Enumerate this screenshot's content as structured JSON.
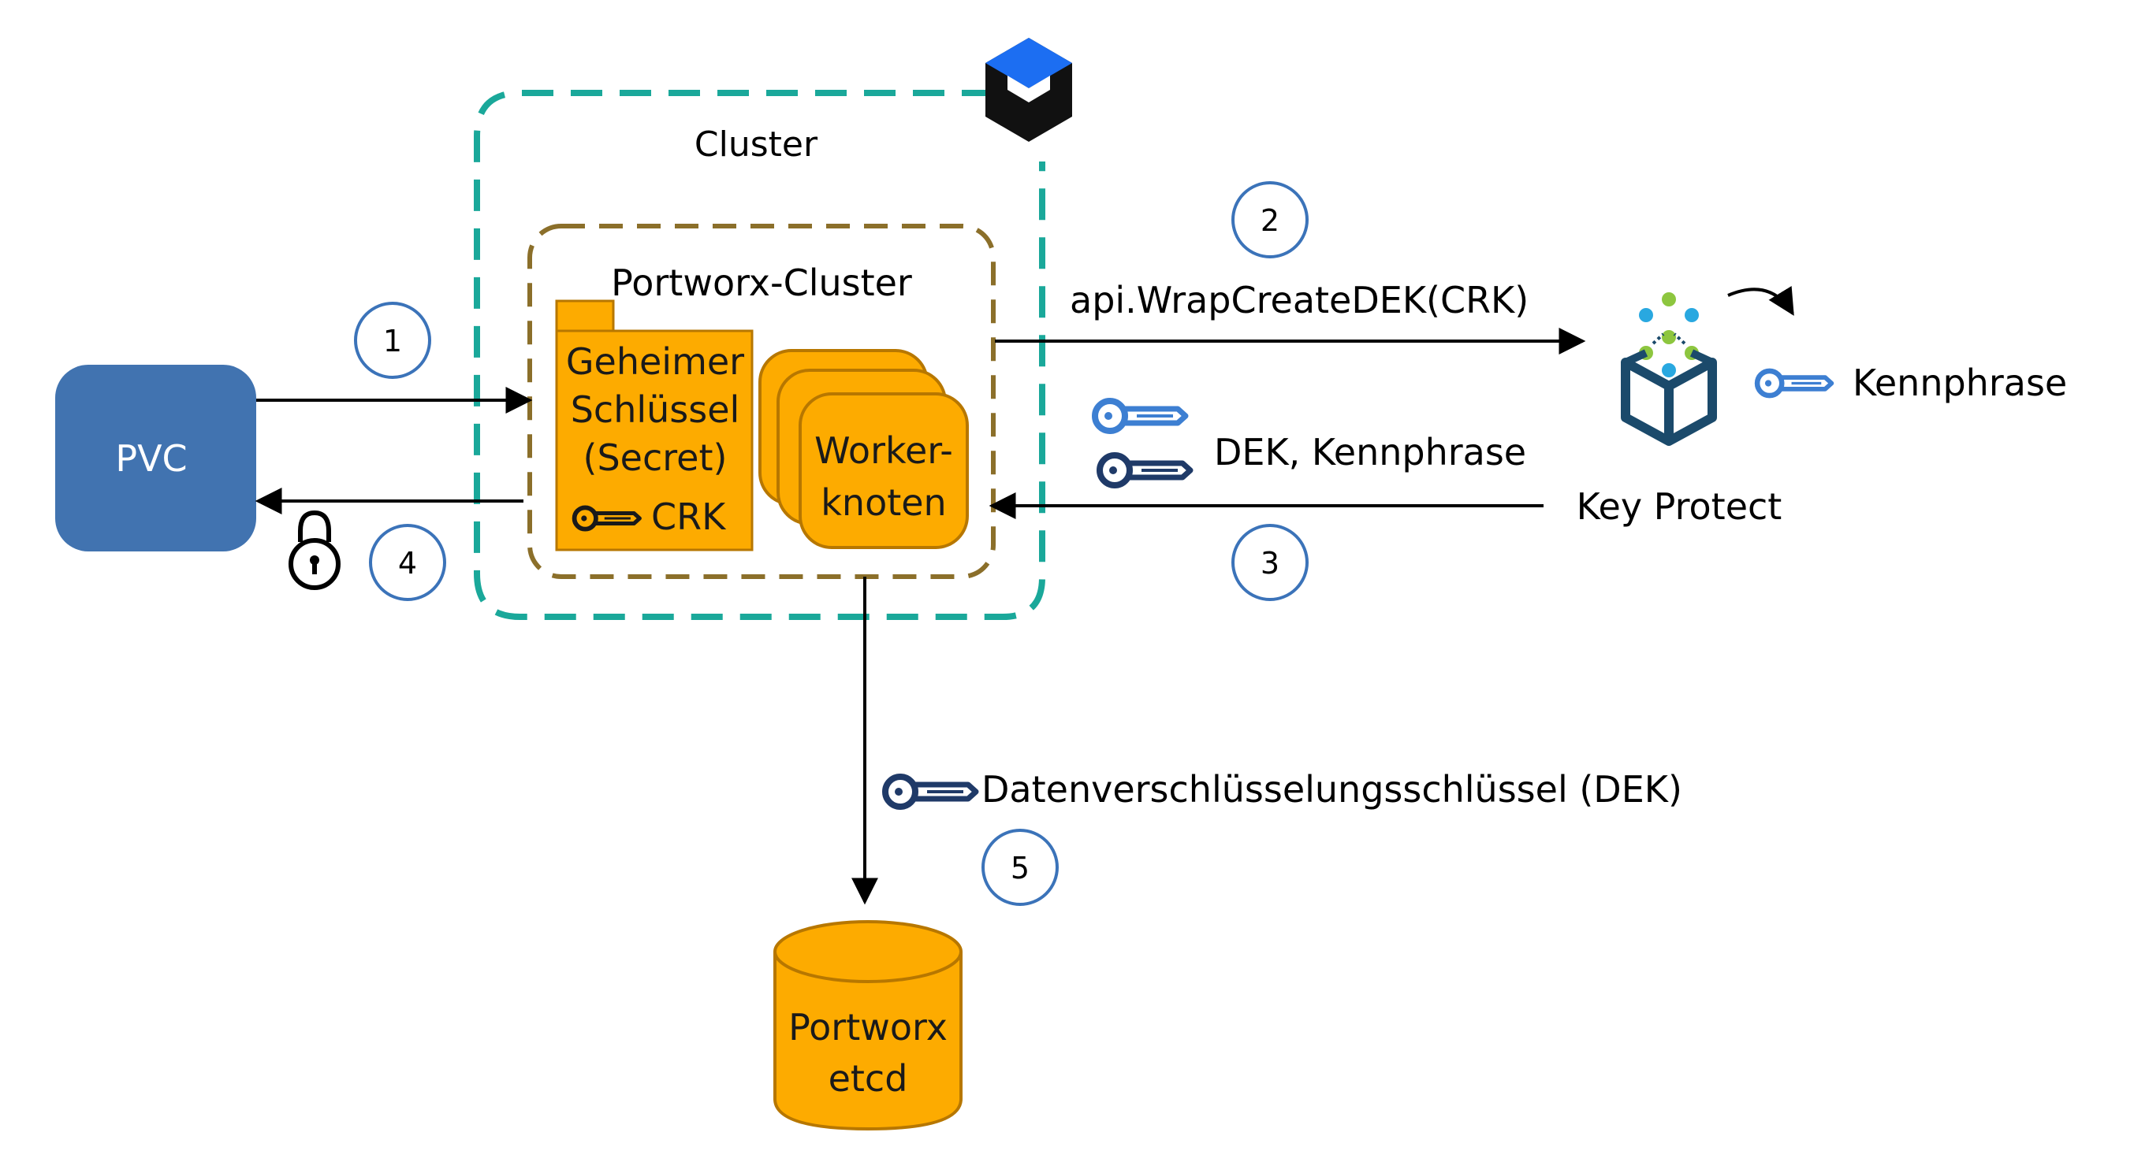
{
  "labels": {
    "cluster": "Cluster",
    "portworx_cluster": "Portworx-Cluster",
    "pvc": "PVC",
    "secret_line1": "Geheimer",
    "secret_line2": "Schlüssel",
    "secret_line3": "(Secret)",
    "crk": "CRK",
    "worker_line1": "Worker-",
    "worker_line2": "knoten",
    "wrap_call": "api.WrapCreateDEK(CRK)",
    "dek_passphrase": "DEK, Kennphrase",
    "passphrase": "Kennphrase",
    "key_protect": "Key Protect",
    "dek_full": "Datenverschlüsselungsschlüssel (DEK)",
    "etcd_line1": "Portworx",
    "etcd_line2": "etcd"
  },
  "steps": [
    "1",
    "2",
    "3",
    "4",
    "5"
  ],
  "icons": {
    "cluster_logo": "kubernetes-service-logo-icon",
    "key_protect": "key-protect-icon",
    "lock": "padlock-icon",
    "key": "key-icon"
  },
  "colors": {
    "cluster_border": "#1aa89a",
    "portworx_border": "#8b6f2a",
    "pvc_fill": "#4173b0",
    "orange_fill": "#fdab00",
    "orange_stroke": "#b77700",
    "step_circle": "#3b73b9",
    "key_light": "#3d7fd2",
    "key_dark": "#1f3a68",
    "logo_blue": "#1c6ef2",
    "logo_dark": "#111111",
    "kp_dark": "#1b4a6b",
    "kp_green": "#8dc63f",
    "kp_blue": "#29a8e0"
  }
}
